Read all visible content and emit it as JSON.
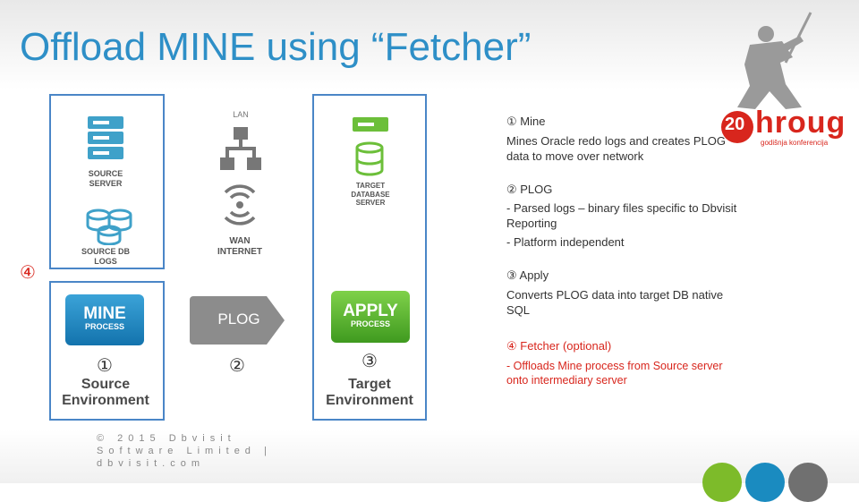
{
  "slide": {
    "title": "Offload MINE using “Fetcher”",
    "copyright": "© 2015 Dbvisit Software Limited | dbvisit.com"
  },
  "logo": {
    "text": "hroug",
    "number": "20",
    "sub": "godišnja konferencija"
  },
  "diagram": {
    "source_server_label": "SOURCE SERVER",
    "source_db_label": "SOURCE DB LOGS",
    "lan_label": "LAN",
    "wan_label": "WAN INTERNET",
    "target_db_label": "TARGET DATABASE SERVER",
    "mine_button": {
      "main": "MINE",
      "sub": "PROCESS"
    },
    "plog_label": "PLOG",
    "apply_button": {
      "main": "APPLY",
      "sub": "PROCESS"
    },
    "num1": "①",
    "num2": "②",
    "num3": "③",
    "num4": "④",
    "source_env": "Source Environment",
    "target_env": "Target Environment"
  },
  "notes": {
    "mine_head": "① Mine",
    "mine_text": "Mines Oracle redo logs and creates PLOG data to move over network",
    "plog_head": "② PLOG",
    "plog_text1": "- Parsed logs – binary files specific to Dbvisit Reporting",
    "plog_text2": "- Platform independent",
    "apply_head": "③ Apply",
    "apply_text": "Converts PLOG data into target DB native SQL",
    "fetcher_head": "④ Fetcher (optional)",
    "fetcher_text": "- Offloads Mine process from Source server onto intermediary server"
  },
  "colors": {
    "title": "#2e8fc7",
    "box_border": "#4a86c7",
    "mine": "#1a86c5",
    "apply": "#5cb531",
    "plog": "#8c8c8c",
    "fetcher": "#d8261d",
    "dot_green": "#7dbb2a",
    "dot_blue": "#1a8bc0",
    "dot_gray": "#707070"
  }
}
